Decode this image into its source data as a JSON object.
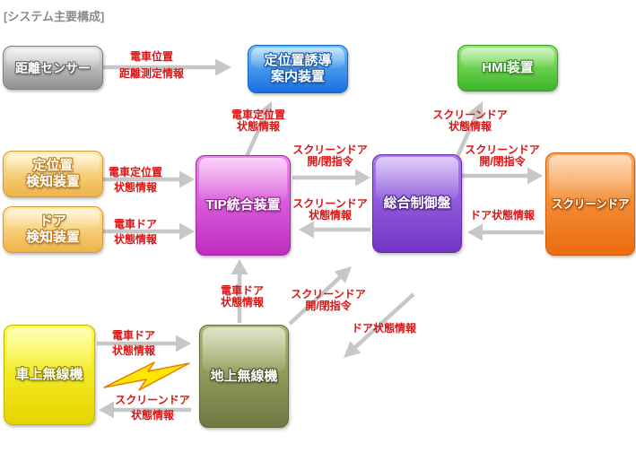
{
  "title": "[システム主要構成]",
  "colors": {
    "label_red": "#dc1414",
    "arrow_gray": "#c7c7c7",
    "bolt_yellow": "#ffe800",
    "bolt_outline": "#e87b00",
    "title_gray": "#8c8c8c"
  },
  "nodes": {
    "distance_sensor": {
      "label": "距離センサー",
      "color": "#b0b0b0"
    },
    "guidance_device": {
      "label": "定位置誘導\n案内装置",
      "color": "#2a7ae4"
    },
    "hmi_device": {
      "label": "HMI装置",
      "color": "#52c436"
    },
    "position_detector": {
      "label": "定位置\n検知装置",
      "color": "#f4c055"
    },
    "door_detector": {
      "label": "ドア\n検知装置",
      "color": "#f4c055"
    },
    "tip_device": {
      "label": "TIP統合装置",
      "color": "#d24ad2"
    },
    "main_controller": {
      "label": "総合制御盤",
      "color": "#8a52d6"
    },
    "screen_door": {
      "label": "スクリーンドア",
      "color": "#f28432"
    },
    "onboard_radio": {
      "label": "車上無線機",
      "color": "#f2e400"
    },
    "ground_radio": {
      "label": "地上無線機",
      "color": "#8d954f"
    }
  },
  "edge_labels": {
    "sensor_to_guidance": "電車位置\n距離測定情報",
    "tip_to_guidance": "電車定位置\n状態情報",
    "ctrl_to_hmi": "スクリーンドア\n状態情報",
    "posdet_to_tip": "電車定位置\n状態情報",
    "doordet_to_tip": "電車ドア\n状態情報",
    "tip_to_ctrl": "スクリーンドア\n開/閉指令",
    "ctrl_to_tip": "スクリーンドア\n状態情報",
    "ctrl_to_sdoor": "スクリーンドア\n開/閉指令",
    "sdoor_to_ctrl": "ドア状態情報",
    "onboard_to_ground": "電車ドア\n状態情報",
    "ground_to_onboard": "スクリーンドア\n状態情報",
    "ground_to_tip": "電車ドア\n状態情報",
    "ground_to_ctrl": "スクリーンドア\n開/閉指令",
    "ctrl_to_ground": "ドア状態情報"
  }
}
